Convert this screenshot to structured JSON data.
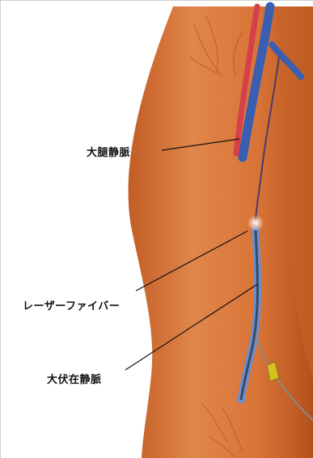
{
  "labels": {
    "great_saphenous": "大腿静脈",
    "laser_fiber": "レーザーファイバー",
    "small_saphenous": "大伏在静脈"
  },
  "colors": {
    "skin": "#d9753a",
    "skin_shadow": "#b9541f",
    "vein": "#3a5fb0",
    "artery": "#d6404a",
    "leader": "#111111"
  }
}
